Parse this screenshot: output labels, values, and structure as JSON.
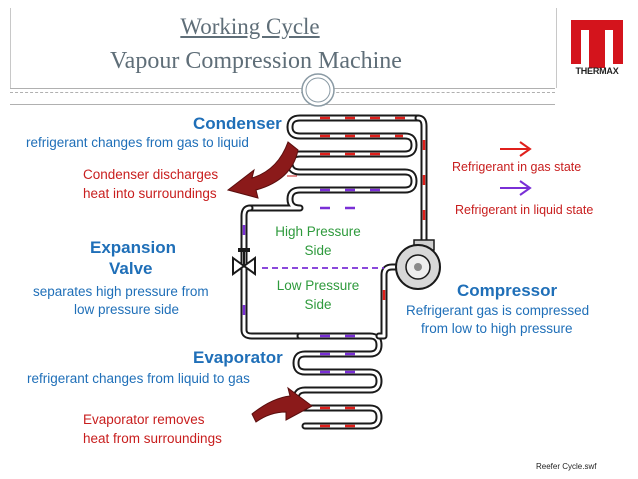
{
  "header": {
    "title_line1": "Working Cycle",
    "title_line2": "Vapour Compression Machine",
    "logo_text": "THERMAX"
  },
  "labels": {
    "condenser_title": "Condenser",
    "condenser_desc": "refrigerant changes from gas to liquid",
    "condenser_discharge_line1": "Condenser discharges",
    "condenser_discharge_line2": "heat into surroundings",
    "expansion_title_line1": "Expansion",
    "expansion_title_line2": "Valve",
    "expansion_desc_line1": "separates high pressure from",
    "expansion_desc_line2": "low pressure side",
    "high_pressure_line1": "High Pressure",
    "high_pressure_line2": "Side",
    "low_pressure_line1": "Low Pressure",
    "low_pressure_line2": "Side",
    "compressor_title": "Compressor",
    "compressor_desc_line1": "Refrigerant gas is compressed",
    "compressor_desc_line2": "from low to high pressure",
    "evaporator_title": "Evaporator",
    "evaporator_desc": "refrigerant changes from liquid to gas",
    "evaporator_removes_line1": "Evaporator removes",
    "evaporator_removes_line2": "heat from surroundings"
  },
  "legend": {
    "gas": "Refrigerant in gas state",
    "liquid": "Refrigerant in liquid state",
    "gas_color": "#e0201c",
    "liquid_color": "#7a2fd6"
  },
  "footer": {
    "source": "Reefer Cycle.swf"
  },
  "colors": {
    "title_text": "#5f6e78",
    "label_blue": "#1f6fb8",
    "label_red": "#c81e1e",
    "label_green": "#2e9a3c",
    "heat_arrow": "#8b1a1a",
    "logo_red": "#d4141c"
  }
}
